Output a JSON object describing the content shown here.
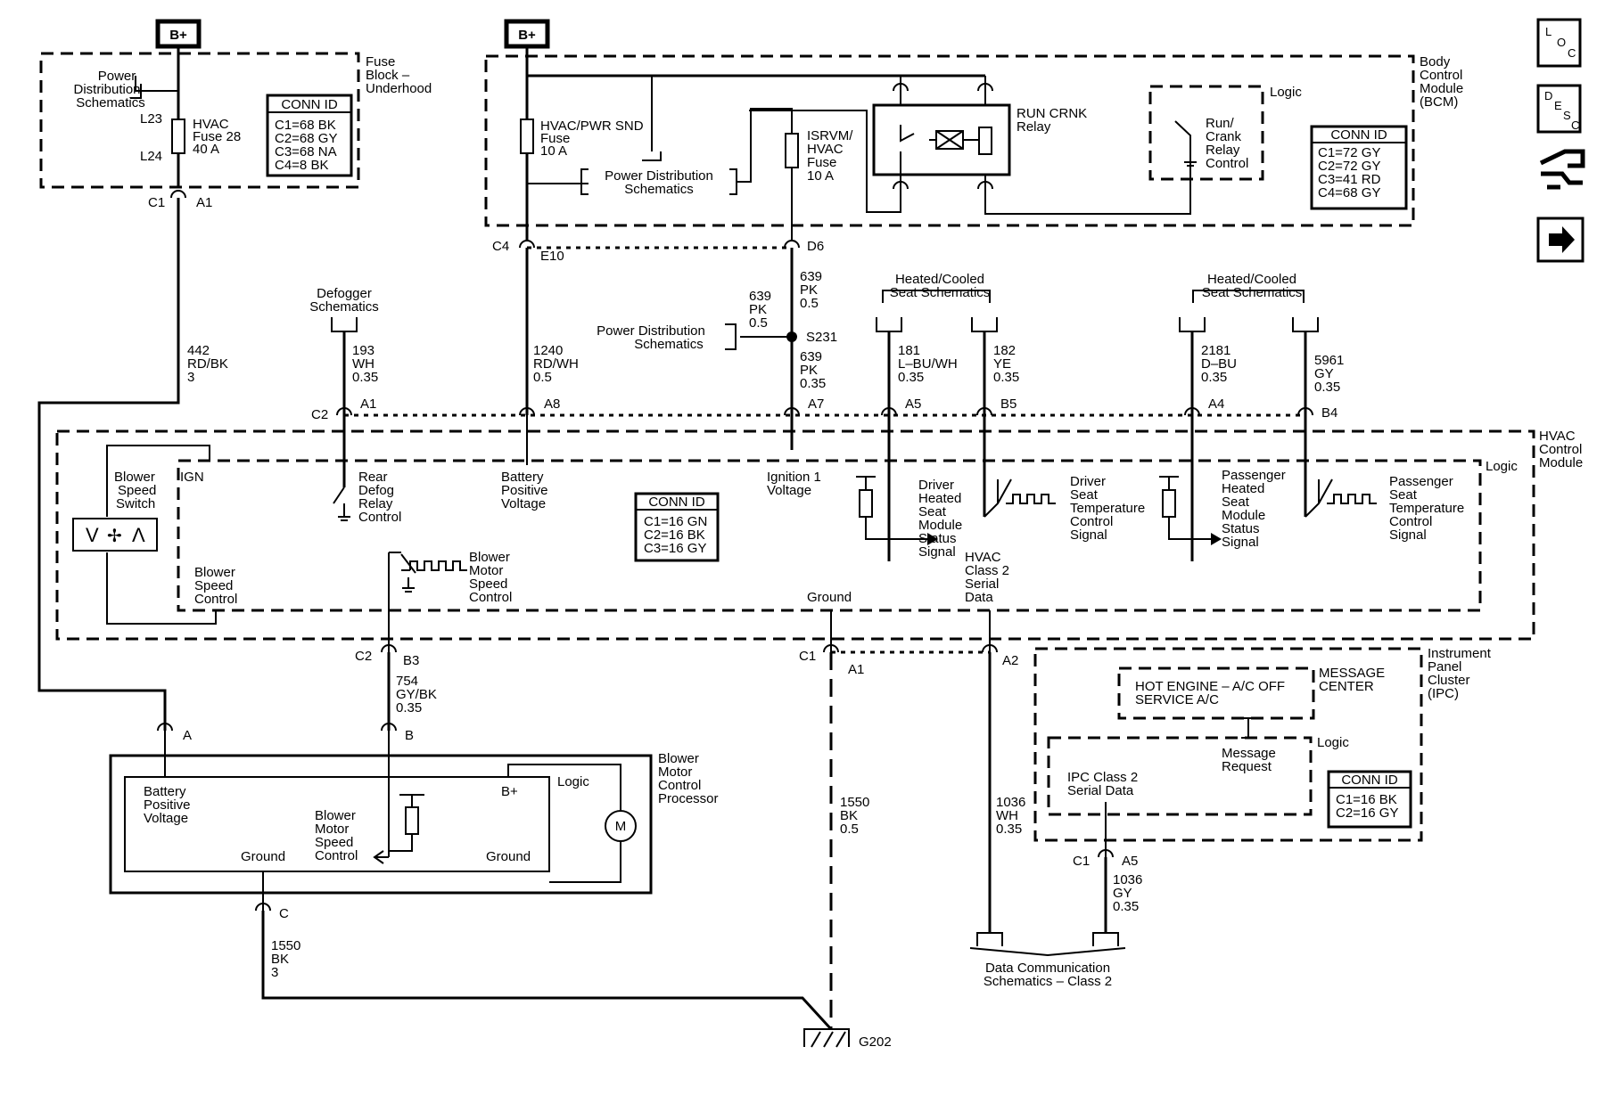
{
  "power": {
    "bplus1": "B+",
    "bplus2": "B+"
  },
  "fuse_block": {
    "title": [
      "Fuse",
      "Block –",
      "Underhood"
    ],
    "pds": [
      "Power",
      "Distribution",
      "Schematics"
    ],
    "l23": "L23",
    "l24": "L24",
    "fuse": [
      "HVAC",
      "Fuse 28",
      "40 A"
    ],
    "conn_title": "CONN ID",
    "conn": [
      "C1=68 BK",
      "C2=68 GY",
      "C3=68 NA",
      "C4=8 BK"
    ],
    "pin_c": "C1",
    "pin": "A1"
  },
  "bcm": {
    "title": [
      "Body",
      "Control",
      "Module",
      "(BCM)"
    ],
    "fuse1": [
      "HVAC/PWR SND",
      "Fuse",
      "10 A"
    ],
    "fuse2": [
      "ISRVM/",
      "HVAC",
      "Fuse",
      "10 A"
    ],
    "pds": [
      "Power Distribution",
      "Schematics"
    ],
    "relay": [
      "RUN CRNK",
      "Relay"
    ],
    "logic": "Logic",
    "relay_ctrl": [
      "Run/",
      "Crank",
      "Relay",
      "Control"
    ],
    "conn_title": "CONN ID",
    "conn": [
      "C1=72 GY",
      "C2=72 GY",
      "C3=41 RD",
      "C4=68 GY"
    ],
    "c4": "C4",
    "e10": "E10",
    "d6": "D6"
  },
  "wires": {
    "w442": [
      "442",
      "RD/BK",
      "3"
    ],
    "w193": [
      "193",
      "WH",
      "0.35"
    ],
    "w1240": [
      "1240",
      "RD/WH",
      "0.5"
    ],
    "w639a": [
      "639",
      "PK",
      "0.5"
    ],
    "w639b": [
      "639",
      "PK",
      "0.5"
    ],
    "w639c": [
      "639",
      "PK",
      "0.35"
    ],
    "w181": [
      "181",
      "L–BU/WH",
      "0.35"
    ],
    "w182": [
      "182",
      "YE",
      "0.35"
    ],
    "w2181": [
      "2181",
      "D–BU",
      "0.35"
    ],
    "w5961": [
      "5961",
      "GY",
      "0.35"
    ],
    "w754": [
      "754",
      "GY/BK",
      "0.35"
    ],
    "w1550a": [
      "1550",
      "BK",
      "0.5"
    ],
    "w1036a": [
      "1036",
      "WH",
      "0.35"
    ],
    "w1036b": [
      "1036",
      "GY",
      "0.35"
    ],
    "w1550b": [
      "1550",
      "BK",
      "3"
    ]
  },
  "refs": {
    "defogger": [
      "Defogger",
      "Schematics"
    ],
    "pds_s231": [
      "Power Distribution",
      "Schematics"
    ],
    "s231": "S231",
    "seat1": [
      "Heated/Cooled",
      "Seat Schematics"
    ],
    "seat2": [
      "Heated/Cooled",
      "Seat Schematics"
    ],
    "data_comm": [
      "Data Communication",
      "Schematics – Class 2"
    ],
    "g202": "G202"
  },
  "pins": {
    "c2": "C2",
    "a1": "A1",
    "a8": "A8",
    "a7": "A7",
    "a5": "A5",
    "b5": "B5",
    "a4": "A4",
    "b4": "B4",
    "c2b": "C2",
    "b3": "B3",
    "c1": "C1",
    "a1b": "A1",
    "a2": "A2",
    "pa": "A",
    "pb": "B",
    "pc": "C",
    "c1b": "C1",
    "a5b": "A5"
  },
  "hvac": {
    "title": [
      "HVAC",
      "Control",
      "Module"
    ],
    "logic": "Logic",
    "ign": "IGN",
    "blower_switch": [
      "Blower",
      "Speed",
      "Switch"
    ],
    "blower_ctrl": [
      "Blower",
      "Speed",
      "Control"
    ],
    "rear_defog": [
      "Rear",
      "Defog",
      "Relay",
      "Control"
    ],
    "batt": [
      "Battery",
      "Positive",
      "Voltage"
    ],
    "ign1": [
      "Ignition 1",
      "Voltage"
    ],
    "drv_status": [
      "Driver",
      "Heated",
      "Seat",
      "Module",
      "Status",
      "Signal"
    ],
    "drv_temp": [
      "Driver",
      "Seat",
      "Temperature",
      "Control",
      "Signal"
    ],
    "pass_status": [
      "Passenger",
      "Heated",
      "Seat",
      "Module",
      "Status",
      "Signal"
    ],
    "pass_temp": [
      "Passenger",
      "Seat",
      "Temperature",
      "Control",
      "Signal"
    ],
    "blower_motor": [
      "Blower",
      "Motor",
      "Speed",
      "Control"
    ],
    "ground": "Ground",
    "class2": [
      "HVAC",
      "Class 2",
      "Serial",
      "Data"
    ],
    "conn_title": "CONN ID",
    "conn": [
      "C1=16 GN",
      "C2=16 BK",
      "C3=16 GY"
    ]
  },
  "bmcp": {
    "title": [
      "Blower",
      "Motor",
      "Control",
      "Processor"
    ],
    "batt": [
      "Battery",
      "Positive",
      "Voltage"
    ],
    "bplus": "B+",
    "logic": "Logic",
    "motor": "M",
    "speed": [
      "Blower",
      "Motor",
      "Speed",
      "Control"
    ],
    "ground1": "Ground",
    "ground2": "Ground"
  },
  "ipc": {
    "title": [
      "Instrument",
      "Panel",
      "Cluster",
      "(IPC)"
    ],
    "msg_center": [
      "MESSAGE",
      "CENTER"
    ],
    "msg": [
      "HOT ENGINE – A/C OFF",
      "SERVICE A/C"
    ],
    "logic": "Logic",
    "request": [
      "Message",
      "Request"
    ],
    "serial": [
      "IPC Class 2",
      "Serial Data"
    ],
    "conn_title": "CONN ID",
    "conn": [
      "C1=16 BK",
      "C2=16 GY"
    ]
  },
  "nav": {
    "loc": [
      "L",
      "O",
      "C"
    ],
    "desc": [
      "D",
      "E",
      "S",
      "C"
    ]
  },
  "icons": {
    "loc": "loc-icon",
    "desc": "desc-icon",
    "connector": "connector-icon",
    "next": "next-arrow-icon"
  }
}
